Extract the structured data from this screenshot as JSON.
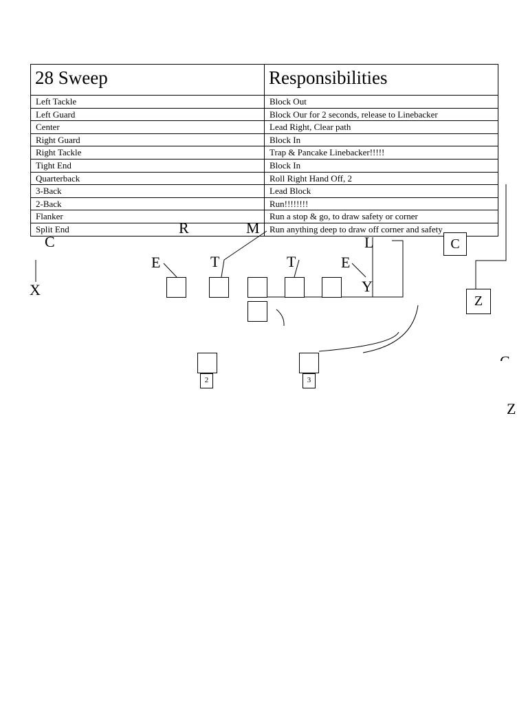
{
  "table": {
    "title": "28 Sweep",
    "header": "Responsibilities",
    "rows": [
      {
        "position": "Left Tackle",
        "responsibility": "Block Out"
      },
      {
        "position": "Left Guard",
        "responsibility": "Block Our for 2 seconds, release to Linebacker"
      },
      {
        "position": "Center",
        "responsibility": "Lead Right, Clear path"
      },
      {
        "position": "Right Guard",
        "responsibility": "Block In"
      },
      {
        "position": "Right Tackle",
        "responsibility": "Trap & Pancake Linebacker!!!!!"
      },
      {
        "position": "Tight End",
        "responsibility": "Block In"
      },
      {
        "position": "Quarterback",
        "responsibility": "Roll Right Hand Off, 2"
      },
      {
        "position": "3-Back",
        "responsibility": "Lead Block"
      },
      {
        "position": "2-Back",
        "responsibility": "Run!!!!!!!!"
      },
      {
        "position": "Flanker",
        "responsibility": "Run a stop & go, to draw safety or corner"
      },
      {
        "position": "Split End",
        "responsibility": "Run anything deep to draw off corner and safety"
      }
    ]
  },
  "diagram": {
    "defense": {
      "corner_left": "C",
      "end_left": "E",
      "tackle_left": "T",
      "linebacker_r": "R",
      "linebacker_m": "M",
      "tackle_right": "T",
      "end_right": "E",
      "linebacker_l": "L"
    },
    "offense": {
      "split_end": "X",
      "tight_end": "Y",
      "flanker": "Z",
      "corner_box": "C",
      "back_2": "2",
      "back_3": "3"
    },
    "margin_right": {
      "corner": "C",
      "flanker": "Z"
    }
  }
}
